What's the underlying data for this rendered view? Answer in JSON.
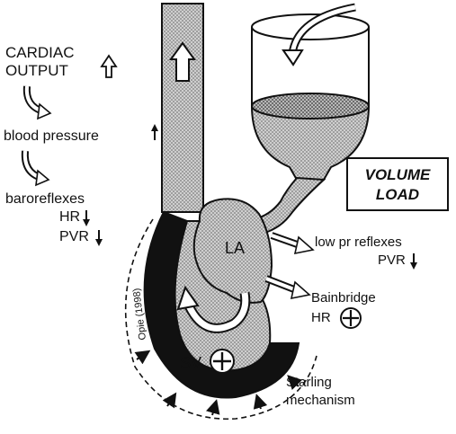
{
  "labels": {
    "cardiac_output": [
      "CARDIAC",
      "OUTPUT"
    ],
    "blood_pressure": "blood pressure",
    "baroreflexes": "baroreflexes",
    "baro_hr": "HR",
    "baro_pvr": "PVR",
    "volume_load": [
      "VOLUME",
      "LOAD"
    ],
    "low_pr_reflexes": "low pr reflexes",
    "low_pr_pvr": "PVR",
    "la": "LA",
    "bainbridge": "Bainbridge",
    "bainbridge_hr": "HR",
    "sv": "SV",
    "starling": [
      "Starling",
      "mechanism"
    ],
    "citation": "Opie (1998)"
  }
}
